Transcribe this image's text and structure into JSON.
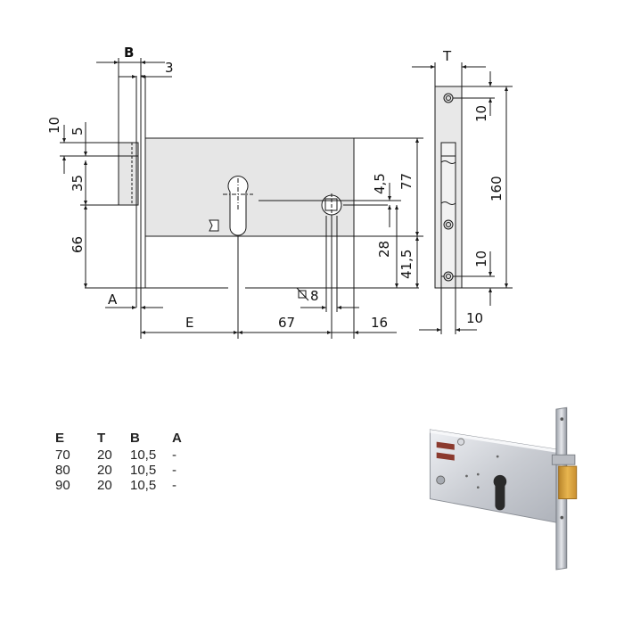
{
  "drawing": {
    "subject": "mortise lock technical drawing",
    "front_view": {
      "labels": {
        "B": "B",
        "three": "3",
        "ten_top": "10",
        "five": "5",
        "thirty_five": "35",
        "sixty_six": "66",
        "A": "A",
        "E": "E",
        "sixty_seven": "67",
        "sixteen": "16",
        "diam_8": "8",
        "four_five": "4,5",
        "seventy_seven": "77",
        "twenty_eight": "28",
        "forty_one_five": "41,5"
      }
    },
    "side_view": {
      "labels": {
        "T": "T",
        "ten_top": "10",
        "one_sixty": "160",
        "ten_bottom": "10",
        "ten_width": "10"
      }
    },
    "colors": {
      "line": "#1a1a1a",
      "body_fill": "#e6e6e6",
      "plate_fill": "#e8e8e8"
    }
  },
  "spec_table": {
    "headers": [
      "E",
      "T",
      "B",
      "A"
    ],
    "rows": [
      [
        "70",
        "20",
        "10,5",
        "-"
      ],
      [
        "80",
        "20",
        "10,5",
        "-"
      ],
      [
        "90",
        "20",
        "10,5",
        "-"
      ]
    ]
  },
  "product_photo": {
    "alt": "mortise lock product photo",
    "colors": {
      "steel": "#c9ccd2",
      "brass": "#d9a441",
      "red_labels": "#8b3a2e"
    }
  }
}
